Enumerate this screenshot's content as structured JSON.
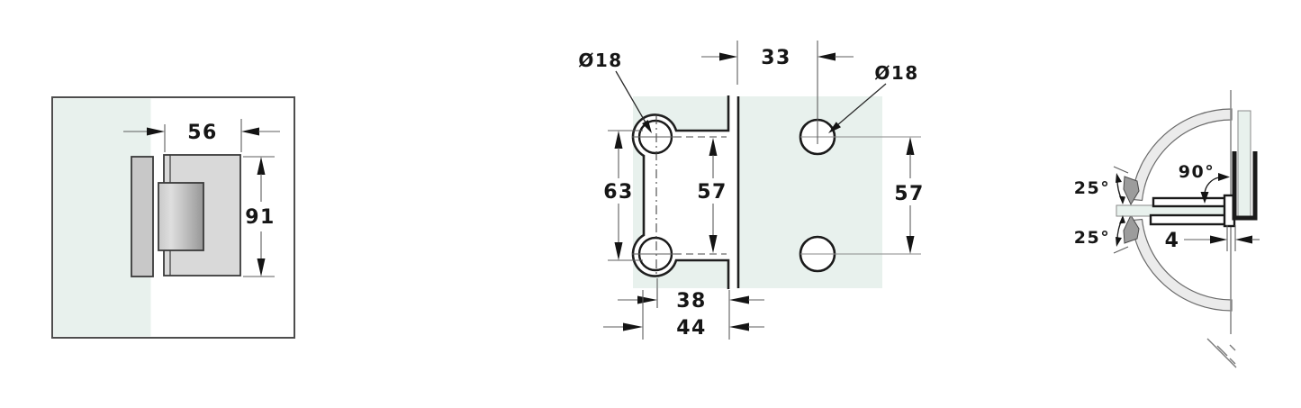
{
  "side_view": {
    "width": "56",
    "height": "91"
  },
  "front_view": {
    "hole_dia_left": "Ø18",
    "hole_dia_right": "Ø18",
    "gap_edge_to_hole": "33",
    "cutout_height": "63",
    "hole_pitch_left": "57",
    "hole_pitch_right": "57",
    "edge_to_hole_depth": "38",
    "cutout_depth": "44"
  },
  "plan_view": {
    "overswing_top": "25°",
    "overswing_bottom": "25°",
    "open_angle": "90°",
    "glass_gap": "4"
  },
  "colors": {
    "glass_tint": "#e8f1ed",
    "metal_light": "#d9d9d9",
    "metal_mid": "#c8c8c8",
    "sweep_band": "#ebebeb",
    "sweep_tip": "#9c9c9c",
    "line": "#1f1f1f"
  }
}
